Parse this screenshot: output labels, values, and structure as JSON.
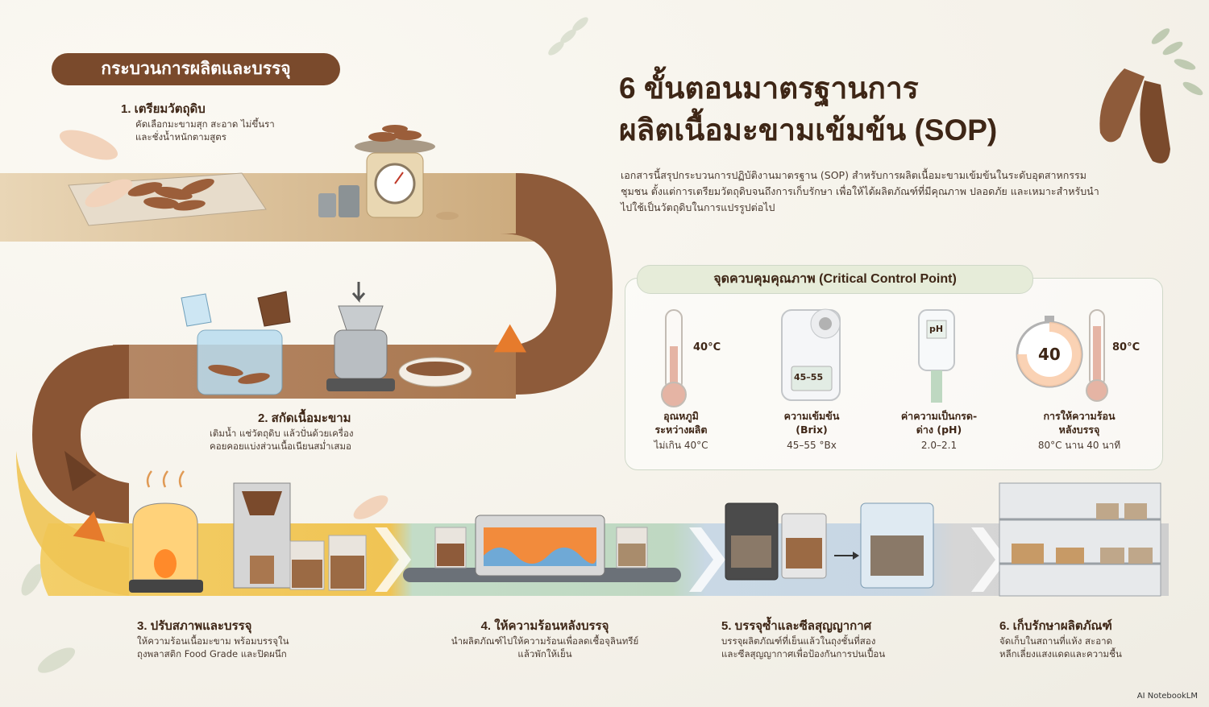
{
  "section_title": "กระบวนการผลิตและบรรจุ",
  "main_title_line1": "6 ขั้นตอนมาตรฐานการ",
  "main_title_line2": "ผลิตเนื้อมะขามเข้มข้น (SOP)",
  "intro": "เอกสารนี้สรุปกระบวนการปฏิบัติงานมาตรฐาน (SOP) สำหรับการผลิตเนื้อมะขามเข้มข้นในระดับอุตสาหกรรมชุมชน ตั้งแต่การเตรียมวัตถุดิบจนถึงการเก็บรักษา เพื่อให้ได้ผลิตภัณฑ์ที่มีคุณภาพ ปลอดภัย และเหมาะสำหรับนำไปใช้เป็นวัตถุดิบในการแปรรูปต่อไป",
  "ccp": {
    "title": "จุดควบคุมคุณภาพ (Critical Control Point)",
    "items": [
      {
        "label_line1": "อุณหภูมิ",
        "label_line2": "ระหว่างผลิต",
        "value": "ไม่เกิน 40°C",
        "reading": "40°C"
      },
      {
        "label_line1": "ความเข้มข้น",
        "label_line2": "(Brix)",
        "value": "45–55 °Bx",
        "reading": "45–55"
      },
      {
        "label_line1": "ค่าความเป็นกรด-",
        "label_line2": "ด่าง (pH)",
        "value": "2.0–2.1",
        "reading": "pH"
      },
      {
        "label_line1": "การให้ความร้อน",
        "label_line2": "หลังบรรจุ",
        "value": "80°C นาน 40 นาที",
        "reading": "80°C",
        "timer": "40"
      }
    ]
  },
  "steps": [
    {
      "title": "1. เตรียมวัตถุดิบ",
      "desc_line1": "คัดเลือกมะขามสุก สะอาด ไม่ขึ้นรา",
      "desc_line2": "และชั่งน้ำหนักตามสูตร"
    },
    {
      "title": "2. สกัดเนื้อมะขาม",
      "desc_line1": "เติมน้ำ แช่วัตถุดิบ แล้วปั่นด้วยเครื่อง",
      "desc_line2": "คอยคอยแบ่งส่วนเนื้อเนียนสม่ำเสมอ"
    },
    {
      "title": "3. ปรับสภาพและบรรจุ",
      "desc_line1": "ให้ความร้อนเนื้อมะขาม พร้อมบรรจุใน",
      "desc_line2": "ถุงพลาสติก Food Grade และปิดผนึก"
    },
    {
      "title": "4. ให้ความร้อนหลังบรรจุ",
      "desc_line1": "นำผลิตภัณฑ์ไปให้ความร้อนเพื่อลดเชื้อจุลินทรีย์",
      "desc_line2": "แล้วพักให้เย็น"
    },
    {
      "title": "5. บรรจุซ้ำและซีลสุญญากาศ",
      "desc_line1": "บรรจุผลิตภัณฑ์ที่เย็นแล้วในถุงชั้นที่สอง",
      "desc_line2": "และซีลสุญญากาศเพื่อป้องกันการปนเปื้อน"
    },
    {
      "title": "6. เก็บรักษาผลิตภัณฑ์",
      "desc_line1": "จัดเก็บในสถานที่แห้ง สะอาด",
      "desc_line2": "หลีกเลี่ยงแสงแดดและความชื้น"
    }
  ],
  "credit": "AI NotebookLM",
  "colors": {
    "brown_dark": "#7a4a2c",
    "brown_light": "#d9b98a",
    "yellow": "#f0c454",
    "green_band": "#bfd8c2",
    "blue_band": "#c7d6e3",
    "grey_band": "#cfcfcf"
  }
}
